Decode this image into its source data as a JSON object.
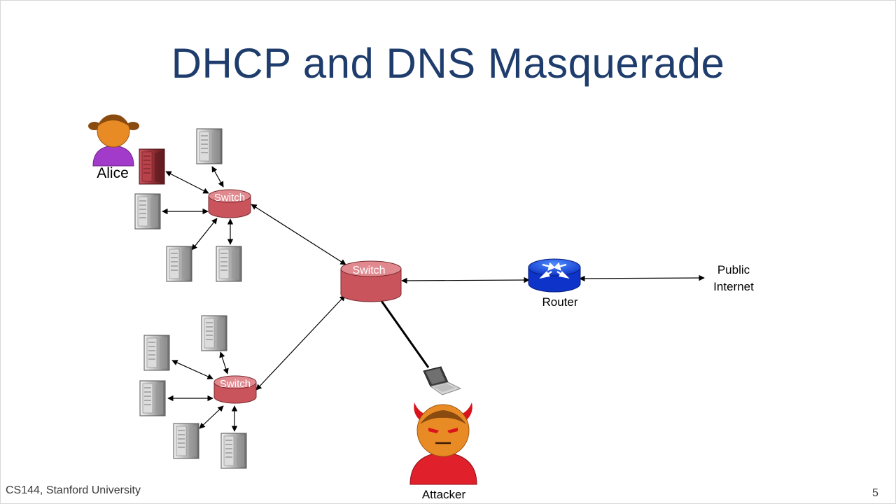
{
  "slide": {
    "title": "DHCP and DNS Masquerade",
    "footer_left": "CS144, Stanford University",
    "page_number": "5"
  },
  "diagram": {
    "switch_label": "Switch",
    "router_label": "Router",
    "internet_label_line1": "Public",
    "internet_label_line2": "Internet",
    "alice_label": "Alice",
    "attacker_label": "Attacker"
  },
  "colors": {
    "title": "#1f3d6c",
    "switch_fill": "#c9545c",
    "router_fill": "#1a4de0",
    "alice_shirt": "#a23bc9",
    "attacker_shirt": "#e0202a",
    "head": "#e98b25"
  }
}
